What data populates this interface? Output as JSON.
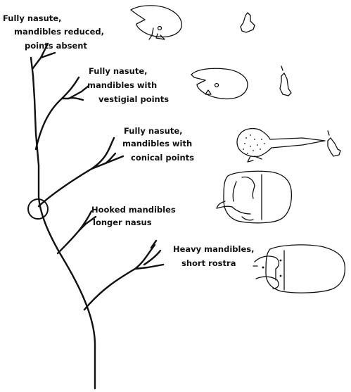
{
  "labels": {
    "clade1": [
      "Fully nasute,",
      "mandibles reduced,",
      "points absent"
    ],
    "clade2": [
      "Fully nasute,",
      "mandibles with",
      "vestigial points"
    ],
    "clade3": [
      "Fully nasute,",
      "mandibles with",
      "conical points"
    ],
    "clade4": [
      "Hooked mandibles",
      "longer nasus"
    ],
    "clade5": [
      "Heavy mandibles,",
      "short rostra"
    ]
  },
  "colors": {
    "ink": "#111111",
    "background": "#ffffff"
  },
  "icons": [
    "nasute-head-profile-icon",
    "mandible-reduced-icon",
    "nasute-head-vestigial-icon",
    "mandible-vestigial-icon",
    "nasute-head-conical-icon",
    "mandible-conical-icon",
    "hooked-mandible-head-icon",
    "heavy-mandible-head-icon",
    "highlight-circle-icon"
  ]
}
